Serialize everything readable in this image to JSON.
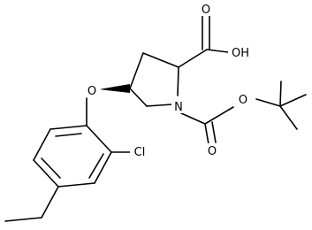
{
  "atoms": {
    "carbonyl_o1": "O",
    "hydroxyl": "OH",
    "ether_o": "O",
    "nitrogen": "N",
    "carbonyl_o2": "O",
    "ester_o": "O",
    "chlorine": "Cl"
  }
}
